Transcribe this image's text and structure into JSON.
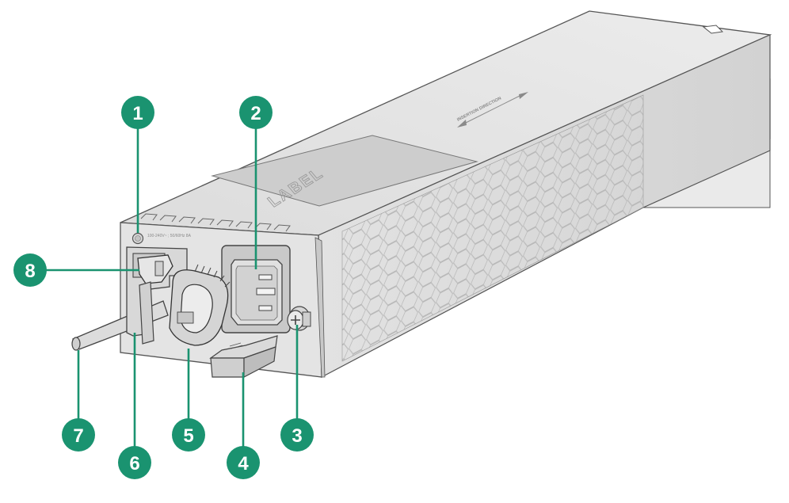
{
  "figure": {
    "label_text": "LABEL",
    "arrow_text": "INSERTION DIRECTION",
    "rating_text": "100-240V~ ; 50/60Hz 8A",
    "callout_color": "#1a9370",
    "callouts": [
      "1",
      "2",
      "3",
      "4",
      "5",
      "6",
      "7",
      "8"
    ]
  }
}
